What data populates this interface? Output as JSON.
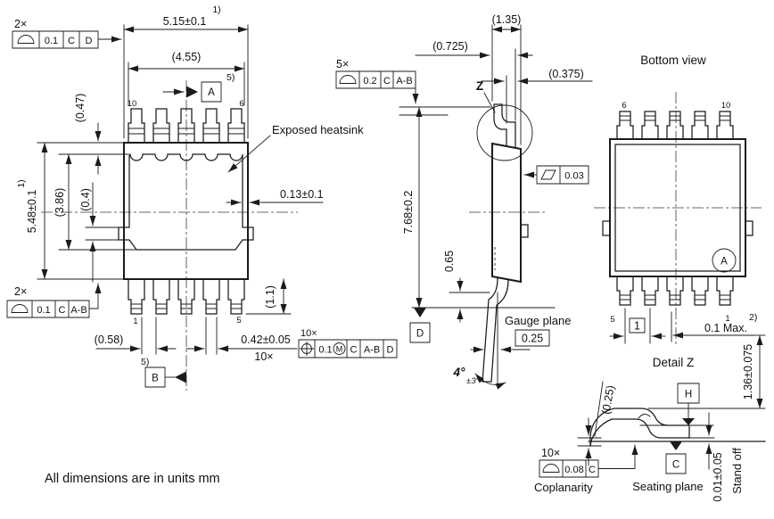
{
  "colors": {
    "ink": "#1b1b1b",
    "background": "#ffffff"
  },
  "note": "All dimensions are in units mm",
  "front": {
    "dim_width": "5.15±0.1",
    "note1a": "1)",
    "dim_width_inner": "(4.55)",
    "dim_pin_top": "(0.47)",
    "dim_height": "5.48±0.1",
    "note1b": "1)",
    "dim_heatsink_h": "(3.86)",
    "dim_tab": "(0.4)",
    "dim_edge": "0.13±0.1",
    "dim_pin_bot": "(1.1)",
    "dim_gap": "(0.58)",
    "dim_pin_w": "0.42±0.05",
    "dim_pin_w_count": "10×",
    "label_heatsink": "Exposed heatsink",
    "pin_tl": "10",
    "pin_tr": "6",
    "pin_bl": "1",
    "pin_br": "5",
    "note5_a": "5)",
    "note5_b": "5)",
    "datum_a": "A",
    "datum_b": "B",
    "fcf_top": {
      "count": "2×",
      "symbol": "profile-of-a-line",
      "tol": "0.1",
      "d1": "C",
      "d2": "D"
    },
    "fcf_bot": {
      "count": "2×",
      "symbol": "profile-of-a-line",
      "tol": "0.1",
      "d1": "C",
      "d2": "A-B"
    },
    "fcf_pos": {
      "count": "10×",
      "symbol": "true-position",
      "tol": "0.1",
      "mod": "M",
      "d1": "C",
      "d2": "A-B",
      "d3": "D"
    }
  },
  "side": {
    "dim_thickness": "(1.35)",
    "dim_lead_off": "(0.725)",
    "dim_tip": "(0.375)",
    "dim_height": "7.68±0.2",
    "dim_lead": "0.65",
    "dim_gauge": "0.25",
    "dim_angle": "4°",
    "dim_angle_tol": "±3°",
    "label_z": "Z",
    "label_gauge": "Gauge plane",
    "datum_d": "D",
    "fcf_profile": {
      "count": "5×",
      "symbol": "profile-of-a-line",
      "tol": "0.2",
      "d1": "C",
      "d2": "A-B"
    },
    "fcf_flat": {
      "symbol": "flatness",
      "tol": "0.03"
    }
  },
  "bottom": {
    "title": "Bottom view",
    "pin_tl": "6",
    "pin_tr": "10",
    "pin_bl": "5",
    "pin_br": "1",
    "datum_a": "A",
    "dim_pitch": "1",
    "note2": "2)",
    "dim_max": "0.1 Max.",
    "dim_height": "1.36±0.075"
  },
  "detail": {
    "title": "Detail Z",
    "dim_radius": "(0.25)",
    "datum_h": "H",
    "datum_c": "C",
    "label_seating": "Seating plane",
    "label_coplanarity": "Coplanarity",
    "label_standoff": "Stand off",
    "dim_standoff": "0.01±0.05",
    "fcf_cop": {
      "count": "10×",
      "symbol": "profile-of-a-line",
      "tol": "0.08",
      "d1": "C"
    }
  }
}
